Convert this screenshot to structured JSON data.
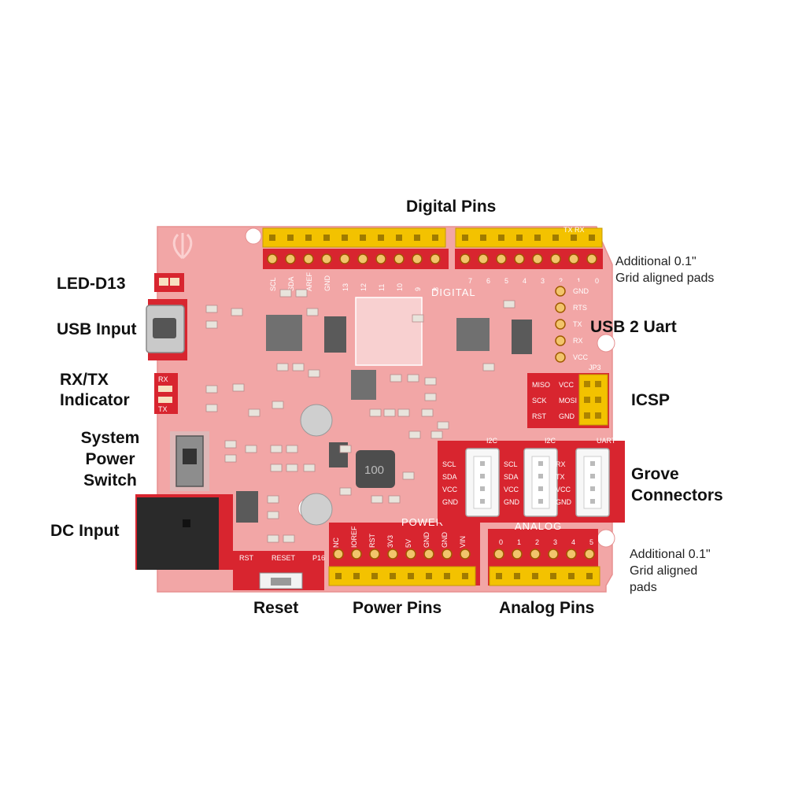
{
  "labels": {
    "digital_pins": "Digital Pins",
    "additional_top": "Additional 0.1\"\nGrid aligned pads",
    "led_d13": "LED-D13",
    "usb_input": "USB Input",
    "usb_2_uart": "USB 2 Uart",
    "rx_tx_indicator": "RX/TX\nIndicator",
    "icsp": "ICSP",
    "system_power_switch": "System\nPower\nSwitch",
    "grove_connectors": "Grove\nConnectors",
    "dc_input": "DC Input",
    "additional_bottom": "Additional 0.1\"\nGrid aligned\npads",
    "reset": "Reset",
    "power_pins": "Power Pins",
    "analog_pins": "Analog Pins"
  },
  "board": {
    "digital_title": "DIGITAL",
    "power_title": "POWER",
    "analog_title": "ANALOG",
    "jp3": "JP3",
    "chip_100": "100",
    "digital_left_pins": [
      "SCL",
      "SDA",
      "AREF",
      "GND",
      "13",
      "12",
      "11",
      "10",
      "9",
      "8"
    ],
    "digital_right_pins": [
      "7",
      "6",
      "5",
      "4",
      "3",
      "2",
      "1",
      "0"
    ],
    "tx_rx": "TX RX",
    "power_pins": [
      "NC",
      "IOREF",
      "RST",
      "3V3",
      "5V",
      "GND",
      "GND",
      "VIN"
    ],
    "analog_pins": [
      "0",
      "1",
      "2",
      "3",
      "4",
      "5"
    ],
    "uart_side": [
      "GND",
      "RTS",
      "TX",
      "RX",
      "VCC"
    ],
    "icsp_pins": [
      "MISO",
      "VCC",
      "SCK",
      "MOSI",
      "RST",
      "GND"
    ],
    "grove_titles": [
      "I2C",
      "I2C",
      "UART"
    ],
    "grove_i2c_pins": [
      "SCL",
      "SDA",
      "VCC",
      "GND"
    ],
    "grove_uart_pins": [
      "RX",
      "TX",
      "VCC",
      "GND"
    ],
    "rx_tx_marks": [
      "RX",
      "TX"
    ],
    "rst": "RST",
    "reset_silk": "RESET",
    "p16": "P16"
  },
  "colors": {
    "board": "#f2a4a4",
    "board_edge": "#e88e8e",
    "silk": "#ffffff",
    "header": "#f3c200",
    "label_pad": "#d61c2a"
  }
}
